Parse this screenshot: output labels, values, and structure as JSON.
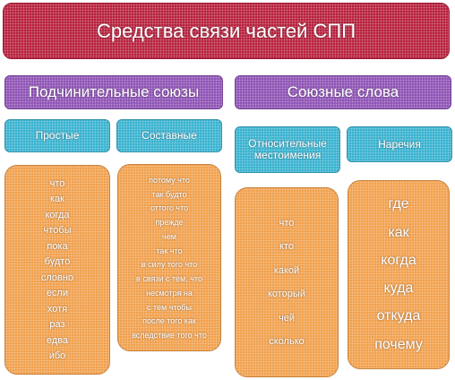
{
  "colors": {
    "title": "#b7213d",
    "category": "#8e52b5",
    "subcategory": "#39b2cf",
    "list": "#f1a04d"
  },
  "title": "Средства связи частей СПП",
  "categories": [
    {
      "label": "Подчинительные союзы",
      "groups": [
        {
          "label": "Простые",
          "items": [
            "что",
            "как",
            "когда",
            "чтобы",
            "пока",
            "будто",
            "словно",
            "если",
            "хотя",
            "раз",
            "едва",
            "ибо"
          ]
        },
        {
          "label": "Составные",
          "items": [
            "потому что",
            "так будто",
            "оттого что",
            "прежде",
            "чем",
            "так что",
            "в силу того что",
            "в связи с тем, что",
            "несмотря на",
            "с тем чтобы",
            "после того как",
            "вследствие того что"
          ]
        }
      ]
    },
    {
      "label": "Союзные слова",
      "groups": [
        {
          "label": "Относительные местоимения",
          "items": [
            "что",
            "кто",
            "какой",
            "который",
            "чей",
            "сколько"
          ]
        },
        {
          "label": "Наречия",
          "items": [
            "где",
            "как",
            "когда",
            "куда",
            "откуда",
            "почему"
          ]
        }
      ]
    }
  ]
}
